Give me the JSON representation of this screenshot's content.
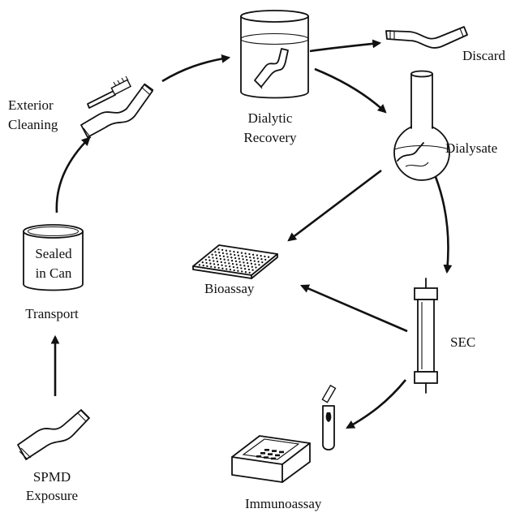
{
  "labels": {
    "spmd_exposure_line1": "SPMD",
    "spmd_exposure_line2": "Exposure",
    "transport": "Transport",
    "can_line1": "Sealed",
    "can_line2": "in Can",
    "exterior_cleaning_line1": "Exterior",
    "exterior_cleaning_line2": "Cleaning",
    "dialytic_recovery_line1": "Dialytic",
    "dialytic_recovery_line2": "Recovery",
    "discard": "Discard",
    "dialysate": "Dialysate",
    "bioassay": "Bioassay",
    "sec": "SEC",
    "immunoassay": "Immunoassay"
  }
}
